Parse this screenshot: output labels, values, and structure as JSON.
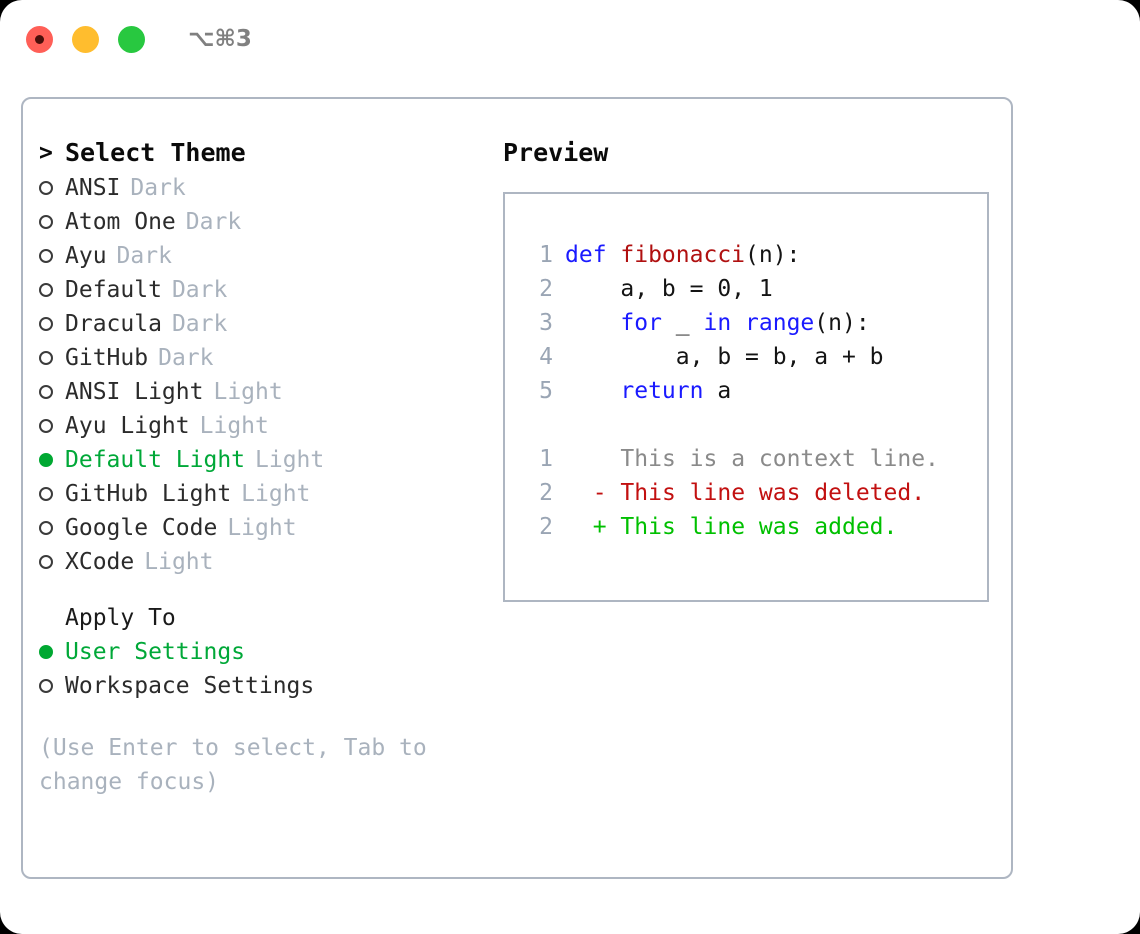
{
  "titlebar": {
    "shortcut": "⌥⌘3",
    "buttons": [
      {
        "name": "close",
        "color": "#ff5f57"
      },
      {
        "name": "minimize",
        "color": "#ffbd2e"
      },
      {
        "name": "zoom",
        "color": "#28c840"
      }
    ]
  },
  "theme_picker": {
    "heading_marker": ">",
    "heading": "Select Theme",
    "selected_theme": "Default Light",
    "items": [
      {
        "marker": "○",
        "name": "ANSI",
        "tag": "Dark",
        "selected": false
      },
      {
        "marker": "○",
        "name": "Atom One",
        "tag": "Dark",
        "selected": false
      },
      {
        "marker": "○",
        "name": "Ayu",
        "tag": "Dark",
        "selected": false
      },
      {
        "marker": "○",
        "name": "Default",
        "tag": "Dark",
        "selected": false
      },
      {
        "marker": "○",
        "name": "Dracula",
        "tag": "Dark",
        "selected": false
      },
      {
        "marker": "○",
        "name": "GitHub",
        "tag": "Dark",
        "selected": false
      },
      {
        "marker": "○",
        "name": "ANSI Light",
        "tag": "Light",
        "selected": false
      },
      {
        "marker": "○",
        "name": "Ayu Light",
        "tag": "Light",
        "selected": false
      },
      {
        "marker": "●",
        "name": "Default Light",
        "tag": "Light",
        "selected": true
      },
      {
        "marker": "○",
        "name": "GitHub Light",
        "tag": "Light",
        "selected": false
      },
      {
        "marker": "○",
        "name": "Google Code",
        "tag": "Light",
        "selected": false
      },
      {
        "marker": "○",
        "name": "XCode",
        "tag": "Light",
        "selected": false
      }
    ]
  },
  "apply_to": {
    "heading": "Apply To",
    "selected_option": "User Settings",
    "options": [
      {
        "marker": "●",
        "label": "User Settings",
        "selected": true
      },
      {
        "marker": "○",
        "label": "Workspace Settings",
        "selected": false
      }
    ]
  },
  "hint": {
    "line1": "(Use Enter to select, Tab to",
    "line2": "change focus)"
  },
  "preview": {
    "title": "Preview",
    "code_lines": [
      {
        "lineno": "1",
        "tokens": [
          {
            "text": "def ",
            "style": "kw"
          },
          {
            "text": "fibonacci",
            "style": "fn"
          },
          {
            "text": "(n):",
            "style": "plain"
          }
        ]
      },
      {
        "lineno": "2",
        "tokens": [
          {
            "text": "    a, b = 0, 1",
            "style": "plain"
          }
        ]
      },
      {
        "lineno": "3",
        "tokens": [
          {
            "text": "    ",
            "style": "plain"
          },
          {
            "text": "for",
            "style": "kw"
          },
          {
            "text": " _ ",
            "style": "plain"
          },
          {
            "text": "in",
            "style": "kw"
          },
          {
            "text": " ",
            "style": "plain"
          },
          {
            "text": "range",
            "style": "kw"
          },
          {
            "text": "(n):",
            "style": "plain"
          }
        ]
      },
      {
        "lineno": "4",
        "tokens": [
          {
            "text": "        a, b = b, a + b",
            "style": "plain"
          }
        ]
      },
      {
        "lineno": "5",
        "tokens": [
          {
            "text": "    ",
            "style": "plain"
          },
          {
            "text": "return",
            "style": "kw"
          },
          {
            "text": " a",
            "style": "plain"
          }
        ]
      }
    ],
    "diff_lines": [
      {
        "lineno": "1",
        "sign": " ",
        "text": "This is a context line.",
        "kind": "ctx"
      },
      {
        "lineno": "2",
        "sign": "-",
        "text": "This line was deleted.",
        "kind": "del"
      },
      {
        "lineno": "2",
        "sign": "+",
        "text": "This line was added.",
        "kind": "add"
      }
    ]
  },
  "colors": {
    "accent_green": "#00a838",
    "diff_add": "#00c000",
    "diff_delete": "#c21010",
    "keyword_blue": "#1a1aff",
    "function_red": "#b01010",
    "muted_gray": "#a9b2bd",
    "border": "#aeb6c2"
  }
}
